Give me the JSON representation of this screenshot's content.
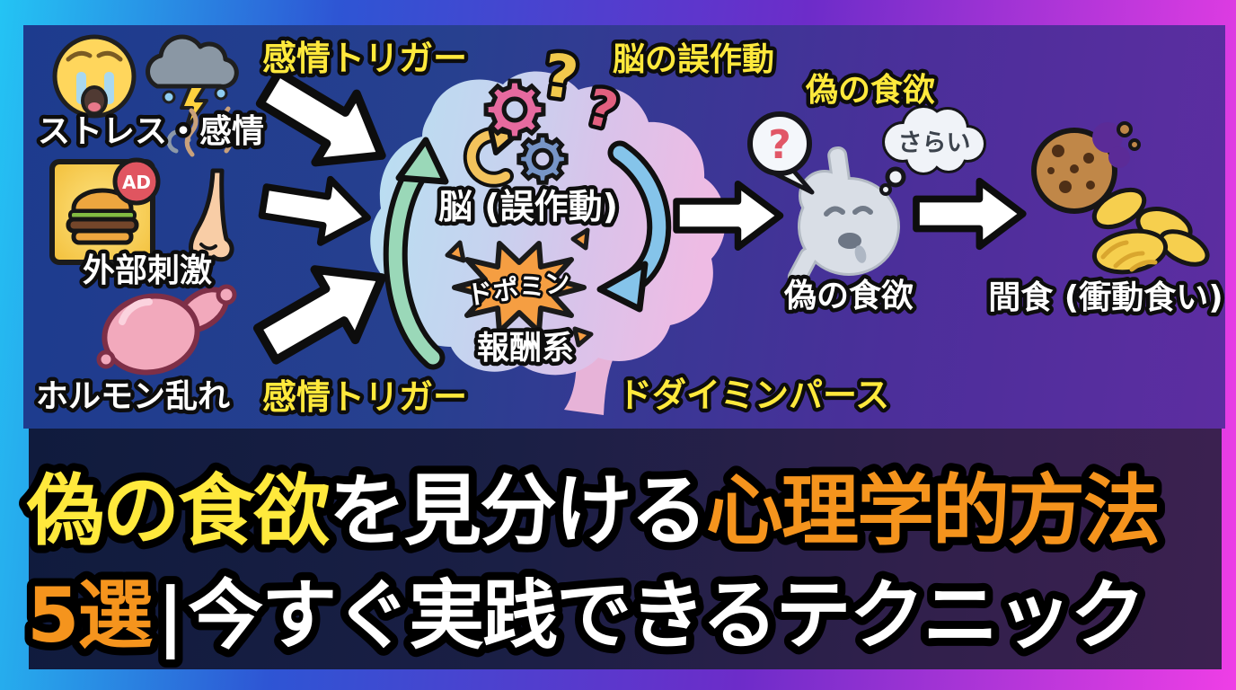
{
  "colors": {
    "caption_yellow": "#ffe93c",
    "title_orange": "#f5941d",
    "white": "#ffffff",
    "panel_blue": "#1d3b8e",
    "panel_purple": "#5d2da1",
    "frame_cyan": "#24c4f4",
    "frame_magenta": "#ef3ee6"
  },
  "diagram": {
    "captions": {
      "emotion_trigger_top": "感情トリガー",
      "brain_malfunction": "脳の誤作動",
      "false_appetite": "偽の食欲",
      "emotion_trigger_bottom": "感情トリガー",
      "dopamine_pass": "ドダイミンパース"
    },
    "stress": {
      "label": "ストレス・感情"
    },
    "external": {
      "label": "外部刺激",
      "ad_badge": "AD"
    },
    "hormone": {
      "label": "ホルモン乱れ"
    },
    "brain": {
      "label": "脳 (誤作動)",
      "burst": "ドポミン",
      "reward": "報酬系",
      "question_marks": [
        "?",
        "?"
      ]
    },
    "stomach": {
      "label": "偽の食欲",
      "question": "?",
      "thought": "さらい"
    },
    "snack": {
      "label": "間食 (衝動食い)"
    }
  },
  "title": {
    "line1": [
      {
        "text": "偽の食欲",
        "color": "#ffe93c"
      },
      {
        "text": "を見分ける",
        "color": "#ffffff"
      },
      {
        "text": "心理学的方法",
        "color": "#f5941d"
      }
    ],
    "line2": [
      {
        "text": "5選",
        "color": "#f5941d"
      },
      {
        "text": "|",
        "color": "#ffffff"
      },
      {
        "text": "今すぐ実践できるテクニック",
        "color": "#ffffff"
      }
    ]
  }
}
